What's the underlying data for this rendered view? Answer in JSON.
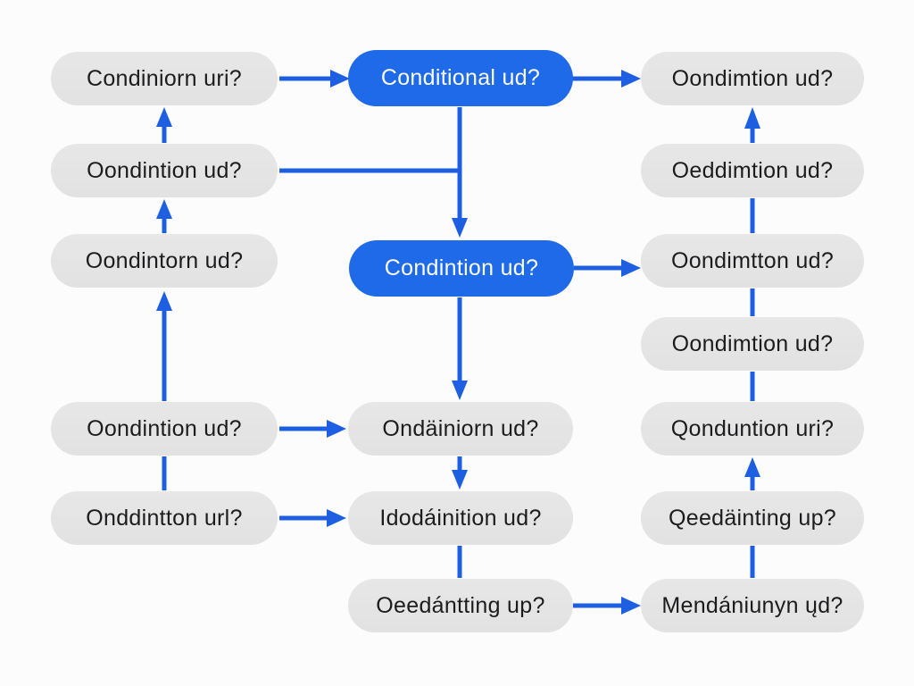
{
  "diagram_title": "conditional-flowchart",
  "nodes": {
    "left": [
      "Condiniorn uri?",
      "Oondintion ud?",
      "Oondintorn ud?",
      "Oondintion ud?",
      "Onddintton url?"
    ],
    "middle": [
      "Conditional ud?",
      "Condintion ud?",
      "Ondäiniorn ud?",
      "Idodáinition ud?",
      "Oeedántting up?"
    ],
    "right": [
      "Oondimtion ud?",
      "Oeddimtion ud?",
      "Oondimtton ud?",
      "Oondimtion ud?",
      "Qonduntion uri?",
      "Qeedäinting up?",
      "Mendániunyn ųd?"
    ]
  },
  "colors": {
    "accent_blue": "#1e5fe2",
    "node_blue": "#1e6ae8",
    "node_gray": "#e4e4e4",
    "text_dark": "#1c1c1e",
    "text_light": "#ffffff",
    "bg": "#fcfcfc"
  }
}
